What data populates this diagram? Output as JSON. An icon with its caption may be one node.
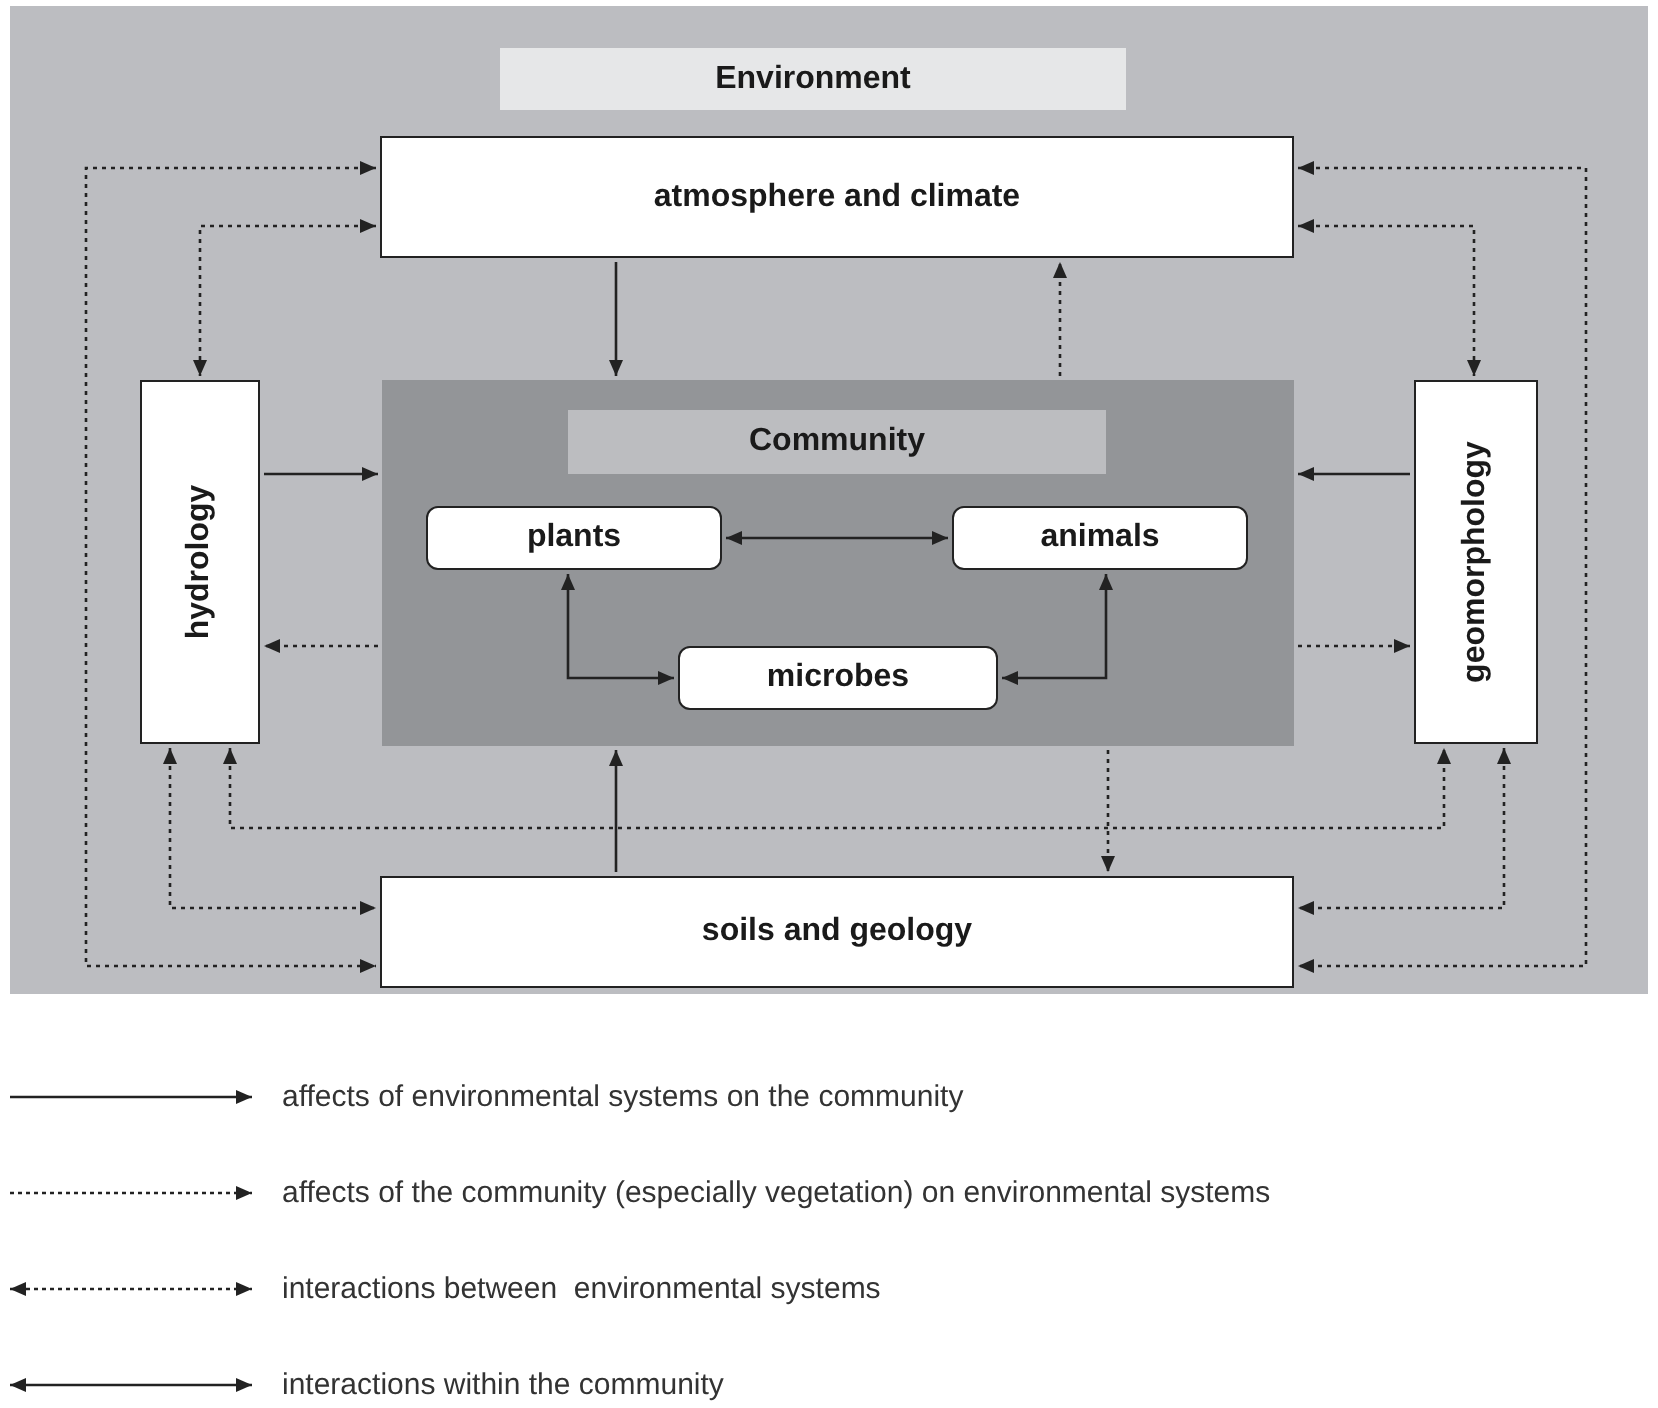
{
  "diagram": {
    "nodes": [
      {
        "text": [
          "Environment"
        ]
      },
      {
        "text": [
          "atmosphere and climate"
        ],
        "in": 0
      },
      {
        "text": [
          "hydrology"
        ],
        "in": 0
      },
      {
        "text": [
          "Community"
        ],
        "in": 0
      },
      {
        "text": [
          "plants"
        ],
        "in": 3
      },
      {
        "text": [
          "animals"
        ],
        "in": 3
      },
      {
        "text": [
          "microbes"
        ],
        "in": 3
      },
      {
        "text": [
          "geomorphology"
        ],
        "in": 0
      },
      {
        "text": [
          "soils and geology"
        ],
        "in": 0
      }
    ],
    "edges": [
      {
        "from": 1,
        "to": 3,
        "arrow": "to"
      },
      {
        "from": 3,
        "to": 1,
        "arrow": "to",
        "style": "dashed"
      },
      {
        "from": 2,
        "to": 3,
        "arrow": "to"
      },
      {
        "from": 3,
        "to": 2,
        "arrow": "to",
        "style": "dashed"
      },
      {
        "from": 7,
        "to": 3,
        "arrow": "to"
      },
      {
        "from": 3,
        "to": 7,
        "arrow": "to",
        "style": "dashed"
      },
      {
        "from": 8,
        "to": 3,
        "arrow": "to"
      },
      {
        "from": 3,
        "to": 8,
        "arrow": "to",
        "style": "dashed"
      },
      {
        "from": 4,
        "to": 5,
        "arrow": "both"
      },
      {
        "from": 4,
        "to": 6,
        "arrow": "both"
      },
      {
        "from": 5,
        "to": 6,
        "arrow": "both"
      },
      {
        "from": 1,
        "to": 2,
        "arrow": "both",
        "style": "dashed"
      },
      {
        "from": 1,
        "to": 8,
        "arrow": "both",
        "style": "dashed"
      },
      {
        "from": 1,
        "to": 7,
        "arrow": "both",
        "style": "dashed"
      },
      {
        "from": 1,
        "to": 8,
        "arrow": "both",
        "style": "dashed"
      },
      {
        "from": 2,
        "to": 8,
        "arrow": "both",
        "style": "dashed"
      },
      {
        "from": 7,
        "to": 8,
        "arrow": "both",
        "style": "dashed"
      },
      {
        "from": 2,
        "to": 7,
        "arrow": "both",
        "style": "dashed"
      }
    ],
    "legend": [
      {
        "text": "affects of environmental systems on the community"
      },
      {
        "text": "affects of the community (especially vegetation) on environmental systems"
      },
      {
        "text": "interactions between  environmental systems"
      },
      {
        "text": "interactions within the community"
      }
    ]
  }
}
